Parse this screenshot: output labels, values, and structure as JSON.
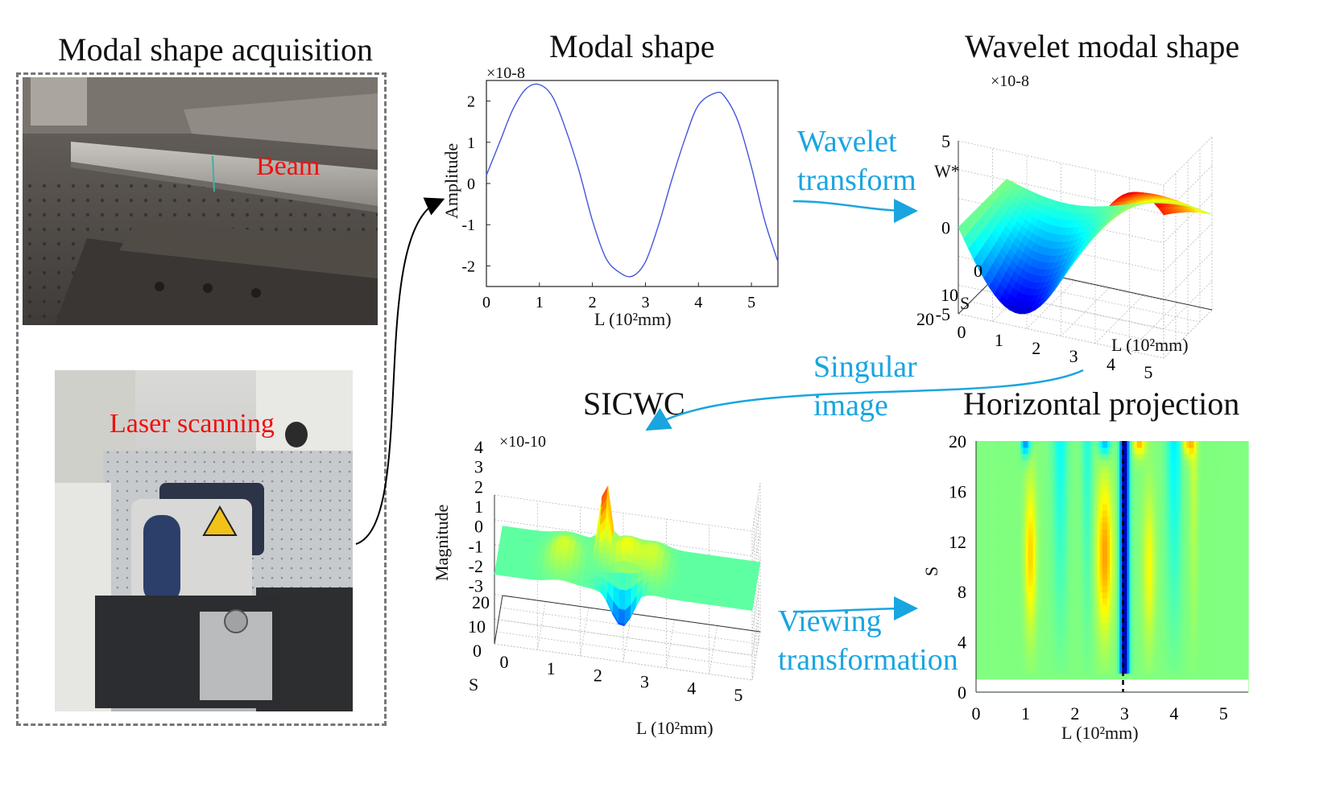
{
  "titles": {
    "acquisition": "Modal shape acquisition",
    "modal": "Modal shape",
    "wavelet": "Wavelet modal shape",
    "sicwc": "SICWC",
    "horizontal": "Horizontal projection"
  },
  "photo_labels": {
    "beam": "Beam",
    "laser": "Laser scanning"
  },
  "arrows": {
    "wavelet_transform": [
      "Wavelet",
      "transform"
    ],
    "singular_image": [
      "Singular",
      "image"
    ],
    "viewing_transformation": [
      "Viewing",
      "transformation"
    ]
  },
  "colors": {
    "line": "#4455dd",
    "arrow_text": "#19a5e0",
    "arrow": "#19a5e0",
    "label_red": "#ee1111"
  },
  "chart_data": [
    {
      "type": "line",
      "title": "Modal shape",
      "xlabel": "L (10²mm)",
      "ylabel": "Amplitude",
      "multiplier": "×10-8",
      "xlim": [
        0,
        5.5
      ],
      "ylim": [
        -2.5,
        2.5
      ],
      "xticks": [
        "0",
        "1",
        "2",
        "3",
        "4",
        "5"
      ],
      "yticks": [
        "2",
        "1",
        "0",
        "-1",
        "-2"
      ],
      "series": [
        {
          "x": [
            0,
            0.25,
            0.5,
            0.75,
            1.0,
            1.25,
            1.5,
            1.75,
            2.0,
            2.25,
            2.5,
            2.75,
            3.0,
            3.25,
            3.5,
            3.75,
            4.0,
            4.33,
            4.5,
            4.75,
            5.0,
            5.25,
            5.5
          ],
          "y": [
            0.2,
            1.0,
            1.8,
            2.3,
            2.4,
            2.1,
            1.3,
            0.3,
            -0.9,
            -1.8,
            -2.15,
            -2.25,
            -1.9,
            -1.0,
            0.1,
            1.1,
            1.9,
            2.2,
            2.1,
            1.5,
            0.4,
            -0.9,
            -1.9
          ]
        }
      ]
    },
    {
      "type": "surface",
      "title": "Wavelet modal shape",
      "xlabel": "L (10²mm)",
      "ylabel": "S",
      "zlabel": "W*",
      "multiplier": "×10-8",
      "zticks": [
        "5",
        "0",
        "-5"
      ],
      "sticks": [
        "0",
        "10",
        "20"
      ],
      "xticks": [
        "0",
        "1",
        "2",
        "3",
        "4",
        "5"
      ]
    },
    {
      "type": "surface",
      "title": "SICWC",
      "xlabel": "L (10²mm)",
      "ylabel": "S",
      "zlabel": "Magnitude",
      "multiplier": "×10-10",
      "zticks": [
        "4",
        "3",
        "2",
        "1",
        "0",
        "-1",
        "-2",
        "-3"
      ],
      "sticks": [
        "20",
        "10",
        "0"
      ],
      "xticks": [
        "0",
        "1",
        "2",
        "3",
        "4",
        "5"
      ]
    },
    {
      "type": "heatmap",
      "title": "Horizontal projection",
      "xlabel": "L (10²mm)",
      "ylabel": "S",
      "xticks": [
        "0",
        "1",
        "2",
        "3",
        "4",
        "5"
      ],
      "yticks": [
        "20",
        "16",
        "12",
        "8",
        "4",
        "0"
      ],
      "xlim": [
        0,
        5.5
      ],
      "ylim": [
        0,
        20
      ]
    }
  ]
}
